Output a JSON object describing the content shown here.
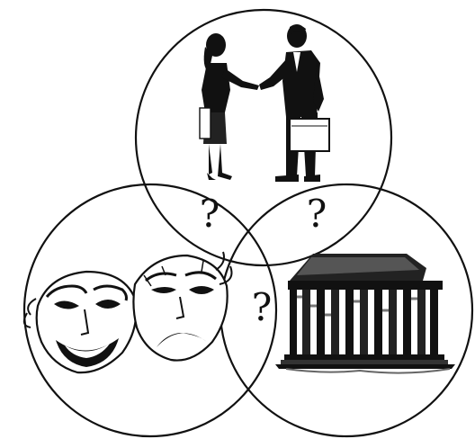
{
  "diagram": {
    "circles": [
      {
        "id": "business",
        "content_icon": "business-handshake-icon"
      },
      {
        "id": "theater",
        "content_icon": "comedy-tragedy-masks-icon"
      },
      {
        "id": "architecture",
        "content_icon": "parthenon-icon"
      }
    ],
    "intersections": [
      {
        "id": "business-theater",
        "label": "?"
      },
      {
        "id": "business-architecture",
        "label": "?"
      },
      {
        "id": "theater-architecture",
        "label": "?"
      }
    ]
  },
  "colors": {
    "line": "#111111",
    "background": "#ffffff"
  }
}
